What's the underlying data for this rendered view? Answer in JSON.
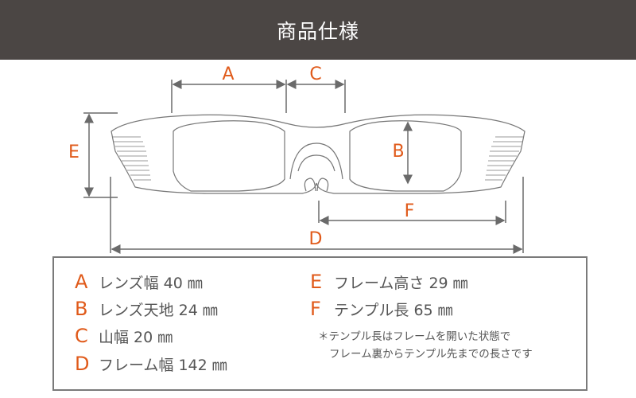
{
  "header": {
    "title": "商品仕様"
  },
  "diagram": {
    "labels": {
      "A": "A",
      "B": "B",
      "C": "C",
      "D": "D",
      "E": "E",
      "F": "F"
    }
  },
  "specs": [
    {
      "key": "A",
      "label": "レンズ幅 40 ㎜"
    },
    {
      "key": "B",
      "label": "レンズ天地 24 ㎜"
    },
    {
      "key": "C",
      "label": "山幅 20 ㎜"
    },
    {
      "key": "D",
      "label": "フレーム幅 142 ㎜"
    },
    {
      "key": "E",
      "label": "フレーム高さ 29 ㎜"
    },
    {
      "key": "F",
      "label": "テンプル長 65 ㎜"
    }
  ],
  "note": {
    "line1": "＊テンプル長はフレームを開いた状態で",
    "line2": "フレーム裏からテンプル先までの長さです"
  },
  "colors": {
    "accent": "#e05a1a",
    "header": "#4b4644",
    "line": "#6a6a6a"
  }
}
